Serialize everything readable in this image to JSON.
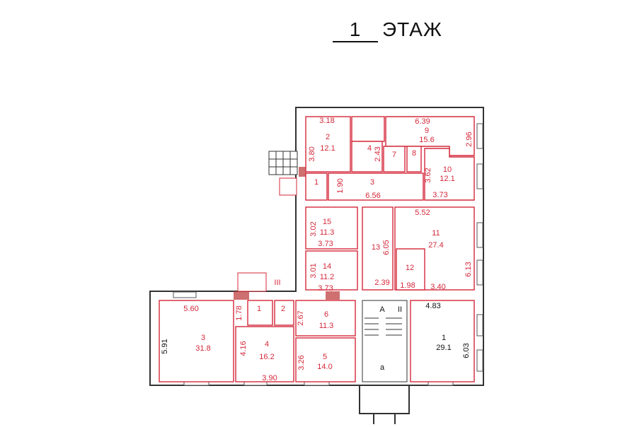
{
  "title": {
    "number": "1",
    "label": "ЭТАЖ"
  },
  "top": {
    "d318": "3.18",
    "d380": "3.80",
    "r2": "2",
    "a2": "12.1",
    "r4": "4",
    "d243": "2.43",
    "r7": "7",
    "r8": "8",
    "d639": "6.39",
    "r9": "9",
    "a9": "15.6",
    "d296": "2.96",
    "d362": "3.62",
    "r10": "10",
    "a10": "12.1",
    "r1": "1",
    "d190": "1.90",
    "r3": "3",
    "d656": "6.56",
    "d373": "3.73"
  },
  "middle": {
    "r15": "15",
    "a15": "11.3",
    "d302": "3.02",
    "d373a": "3.73",
    "r13": "13",
    "d605": "6.05",
    "d552": "5.52",
    "r11": "11",
    "a11": "27.4",
    "d301": "3.01",
    "r14": "14",
    "a14": "11.2",
    "d373b": "3.73",
    "r12": "12",
    "d198": "1.98",
    "d340": "3.40",
    "d613": "6.13",
    "d239": "2.39"
  },
  "bottom": {
    "d560": "5.60",
    "d591": "5.91",
    "r3": "3",
    "a3": "31.8",
    "d178": "1.78",
    "r1": "1",
    "r2": "2",
    "d267": "2.67",
    "r6": "6",
    "a6": "11.3",
    "d416": "4.16",
    "r4": "4",
    "a4": "16.2",
    "d326": "3.26",
    "r5": "5",
    "a5": "14.0",
    "d390": "3.90",
    "stair3": "III",
    "stairA": "A",
    "stair2": "II",
    "d483": "4.83",
    "rb1": "1",
    "ab1": "29.1",
    "d603": "6.03",
    "stair_a": "а"
  }
}
